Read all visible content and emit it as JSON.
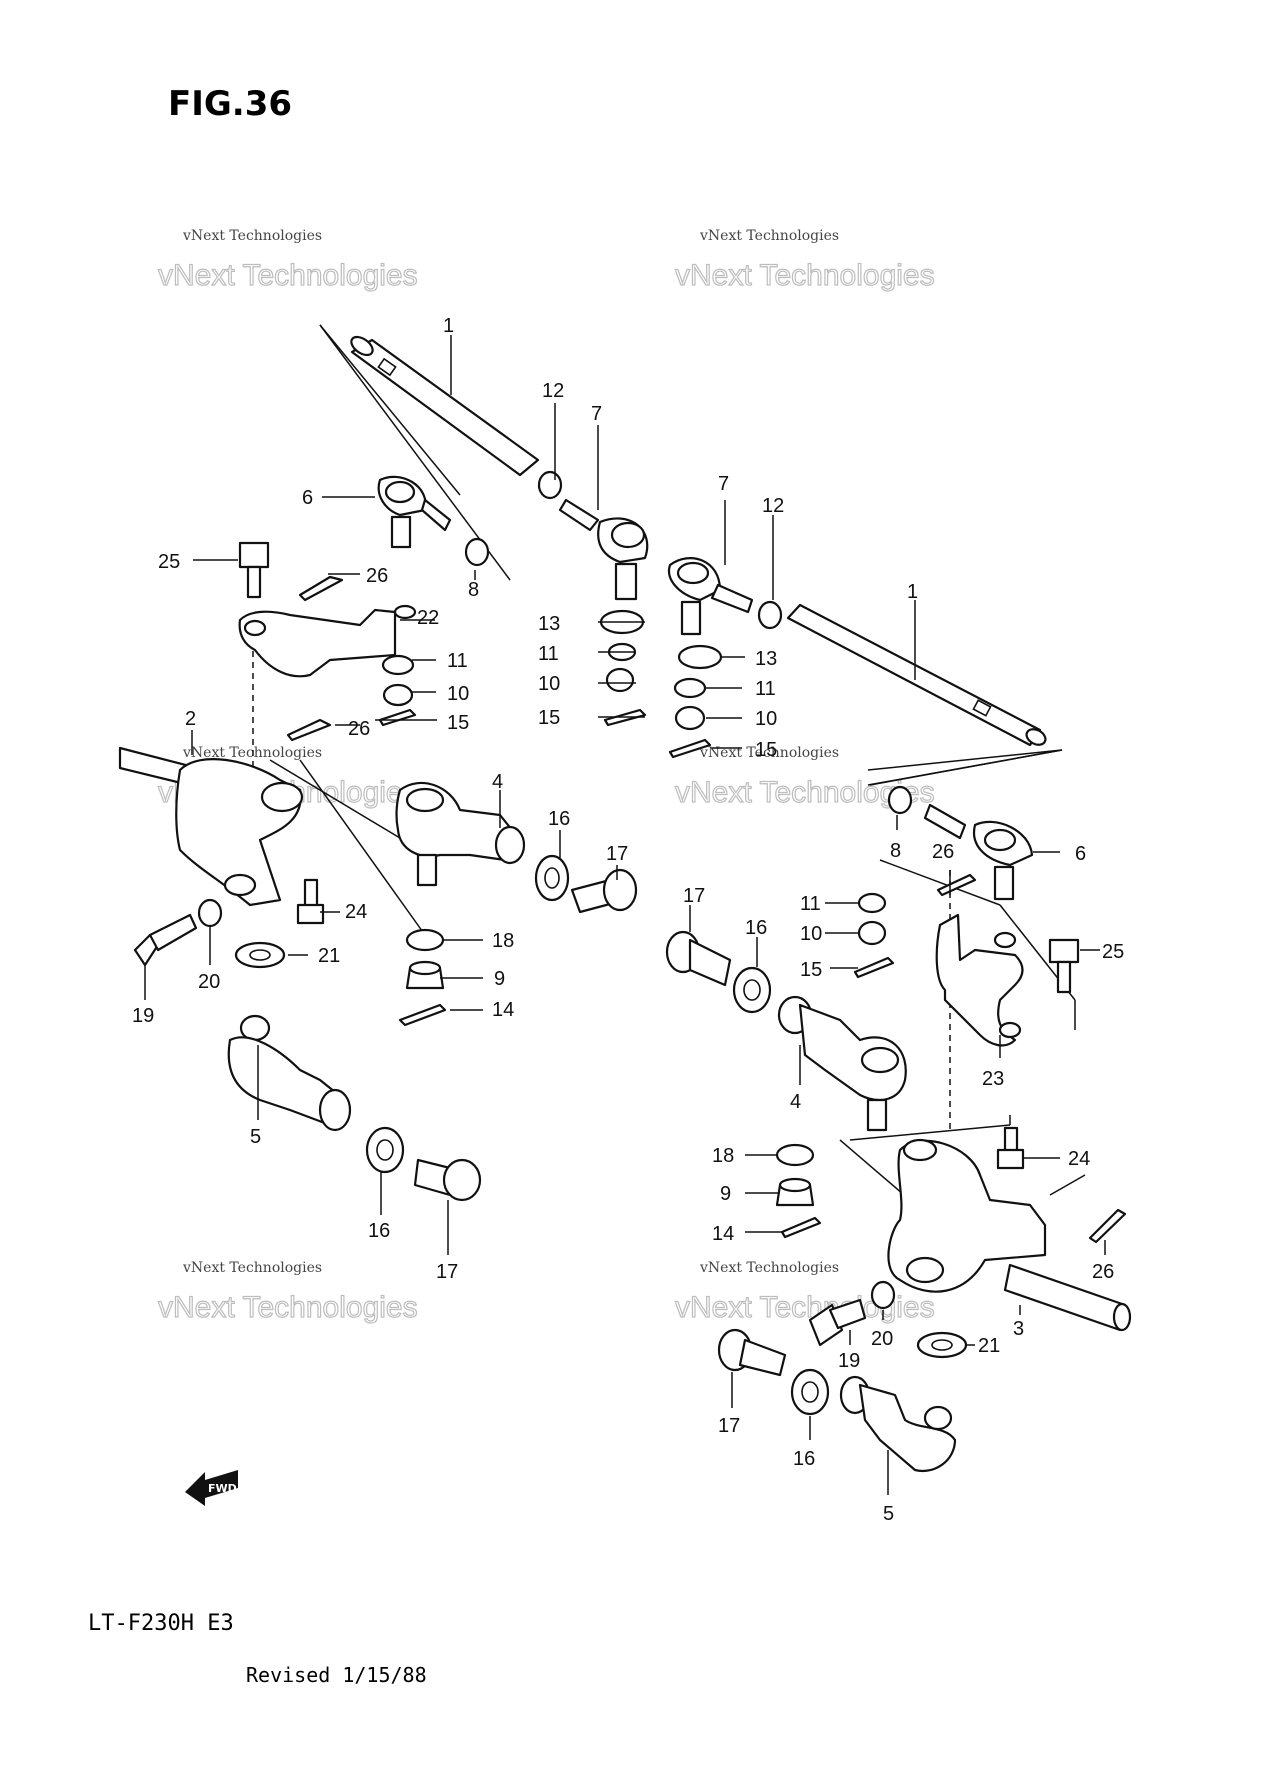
{
  "figure": {
    "title": "FIG.36",
    "model": "LT-F230H E3",
    "revision": "Revised 1/15/88",
    "fwd_label": "FWD"
  },
  "watermark": {
    "line1": "vNext Technologies",
    "line2": "vNext Technologies"
  },
  "callouts": [
    {
      "id": "c1a",
      "label": "1"
    },
    {
      "id": "c12a",
      "label": "12"
    },
    {
      "id": "c7a",
      "label": "7"
    },
    {
      "id": "c6a",
      "label": "6"
    },
    {
      "id": "c8a",
      "label": "8"
    },
    {
      "id": "c25a",
      "label": "25"
    },
    {
      "id": "c26a",
      "label": "26"
    },
    {
      "id": "c22",
      "label": "22"
    },
    {
      "id": "c11a",
      "label": "11"
    },
    {
      "id": "c10a",
      "label": "10"
    },
    {
      "id": "c26b",
      "label": "26"
    },
    {
      "id": "c15a",
      "label": "15"
    },
    {
      "id": "c2",
      "label": "2"
    },
    {
      "id": "c4a",
      "label": "4"
    },
    {
      "id": "c16a",
      "label": "16"
    },
    {
      "id": "c17a",
      "label": "17"
    },
    {
      "id": "c24a",
      "label": "24"
    },
    {
      "id": "c18a",
      "label": "18"
    },
    {
      "id": "c9a",
      "label": "9"
    },
    {
      "id": "c14a",
      "label": "14"
    },
    {
      "id": "c21a",
      "label": "21"
    },
    {
      "id": "c20a",
      "label": "20"
    },
    {
      "id": "c19a",
      "label": "19"
    },
    {
      "id": "c5a",
      "label": "5"
    },
    {
      "id": "c16b",
      "label": "16"
    },
    {
      "id": "c17b",
      "label": "17"
    },
    {
      "id": "c13a",
      "label": "13"
    },
    {
      "id": "c11b",
      "label": "11"
    },
    {
      "id": "c10b",
      "label": "10"
    },
    {
      "id": "c15b",
      "label": "15"
    },
    {
      "id": "c7b",
      "label": "7"
    },
    {
      "id": "c12b",
      "label": "12"
    },
    {
      "id": "c1b",
      "label": "1"
    },
    {
      "id": "c13b",
      "label": "13"
    },
    {
      "id": "c11c",
      "label": "11"
    },
    {
      "id": "c10c",
      "label": "10"
    },
    {
      "id": "c15c",
      "label": "15"
    },
    {
      "id": "c8b",
      "label": "8"
    },
    {
      "id": "c26c",
      "label": "26"
    },
    {
      "id": "c6b",
      "label": "6"
    },
    {
      "id": "c17c",
      "label": "17"
    },
    {
      "id": "c16c",
      "label": "16"
    },
    {
      "id": "c11d",
      "label": "11"
    },
    {
      "id": "c10d",
      "label": "10"
    },
    {
      "id": "c15d",
      "label": "15"
    },
    {
      "id": "c25b",
      "label": "25"
    },
    {
      "id": "c4b",
      "label": "4"
    },
    {
      "id": "c23",
      "label": "23"
    },
    {
      "id": "c18b",
      "label": "18"
    },
    {
      "id": "c9b",
      "label": "9"
    },
    {
      "id": "c14b",
      "label": "14"
    },
    {
      "id": "c24b",
      "label": "24"
    },
    {
      "id": "c26d",
      "label": "26"
    },
    {
      "id": "c3",
      "label": "3"
    },
    {
      "id": "c19b",
      "label": "19"
    },
    {
      "id": "c20b",
      "label": "20"
    },
    {
      "id": "c21b",
      "label": "21"
    },
    {
      "id": "c17d",
      "label": "17"
    },
    {
      "id": "c16d",
      "label": "16"
    },
    {
      "id": "c5b",
      "label": "5"
    }
  ]
}
